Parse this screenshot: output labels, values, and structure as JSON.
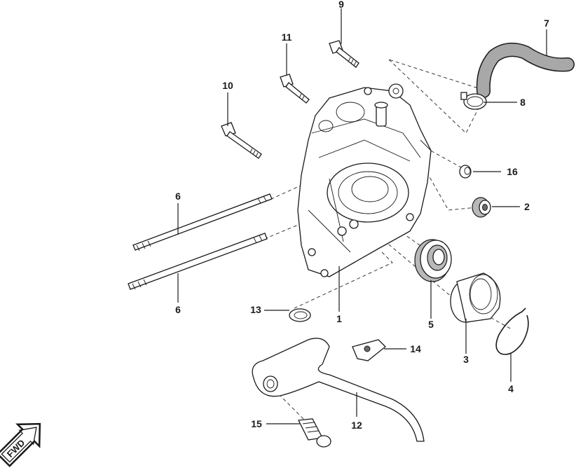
{
  "diagram": {
    "callouts": {
      "c1": "1",
      "c2": "2",
      "c3": "3",
      "c4": "4",
      "c5": "5",
      "c6a": "6",
      "c6b": "6",
      "c7": "7",
      "c8": "8",
      "c9": "9",
      "c10": "10",
      "c11": "11",
      "c12": "12",
      "c13": "13",
      "c14": "14",
      "c15": "15",
      "c16": "16"
    },
    "badge": {
      "text": "FWD"
    }
  },
  "colors": {
    "ink": "#1a1a1a",
    "paper": "#ffffff",
    "seal_gray": "#b8b8b8",
    "hose": "#9a9a9a"
  }
}
